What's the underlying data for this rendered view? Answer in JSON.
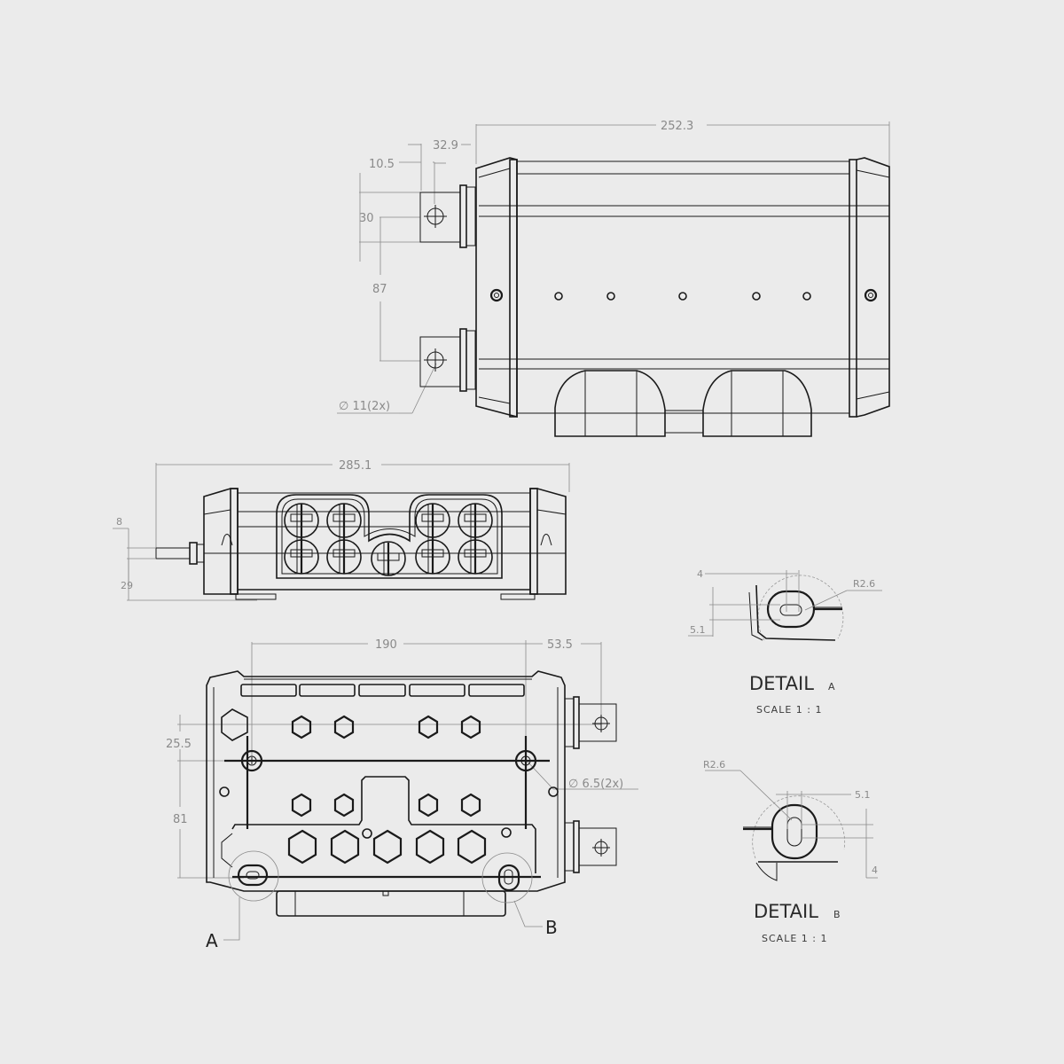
{
  "drawing": {
    "background": "#ebebeb",
    "line_color": "#1a1a1a",
    "dimension_color": "#8a8a8a"
  },
  "top_view": {
    "dimensions": {
      "overall_length": "252.3",
      "terminal_offset": "32.9",
      "terminal_hole_offset": "10.5",
      "terminal_width": "30",
      "terminal_spacing": "87",
      "terminal_hole_dia": "∅ 11(2x)"
    }
  },
  "front_view": {
    "dimensions": {
      "overall_length": "285.1",
      "stud_height": "8",
      "stud_elevation": "29"
    }
  },
  "bottom_view": {
    "dimensions": {
      "mount_spacing_x": "190",
      "terminal_offset_x": "53.5",
      "mount_offset_y": "25.5",
      "mount_spacing_y": "81",
      "mount_hole_dia": "∅ 6.5(2x)"
    },
    "callouts": {
      "a": "A",
      "b": "B"
    }
  },
  "detail_a": {
    "title": "DETAIL",
    "letter": "A",
    "scale": "SCALE 1 : 1",
    "dimensions": {
      "width": "4",
      "height": "5.1",
      "radius": "R2.6"
    }
  },
  "detail_b": {
    "title": "DETAIL",
    "letter": "B",
    "scale": "SCALE 1 : 1",
    "dimensions": {
      "width": "5.1",
      "height": "4",
      "radius": "R2.6"
    }
  }
}
